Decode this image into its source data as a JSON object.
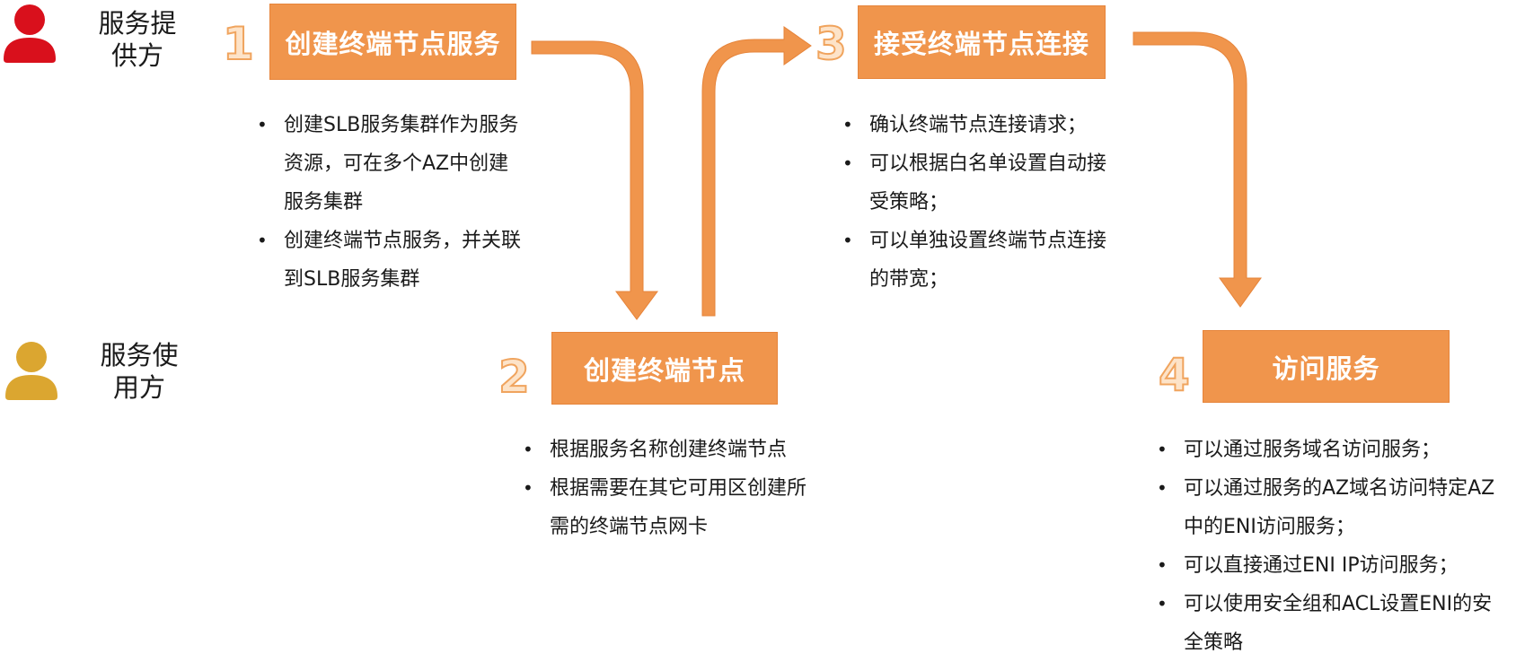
{
  "roles": {
    "provider": "服务提供方",
    "consumer": "服务使用方"
  },
  "steps": [
    {
      "number": "1",
      "title": "创建终端节点服务",
      "bullets": [
        "创建SLB服务集群作为服务资源，可在多个AZ中创建服务集群",
        "创建终端节点服务，并关联到SLB服务集群"
      ]
    },
    {
      "number": "2",
      "title": "创建终端节点",
      "bullets": [
        "根据服务名称创建终端节点",
        "根据需要在其它可用区创建所需的终端节点网卡"
      ]
    },
    {
      "number": "3",
      "title": "接受终端节点连接",
      "bullets": [
        "确认终端节点连接请求；",
        "可以根据白名单设置自动接受策略；",
        "可以单独设置终端节点连接的带宽；"
      ]
    },
    {
      "number": "4",
      "title": "访问服务",
      "bullets": [
        "可以通过服务域名访问服务；",
        "可以通过服务的AZ域名访问特定AZ中的ENI访问服务；",
        "可以直接通过ENI IP访问服务；",
        "可以使用安全组和ACL设置ENI的安全策略"
      ]
    }
  ],
  "colors": {
    "box": "#f0954c",
    "provider_icon": "#d9101c",
    "consumer_icon": "#dba630",
    "step_number_fill": "#fde3c8"
  }
}
